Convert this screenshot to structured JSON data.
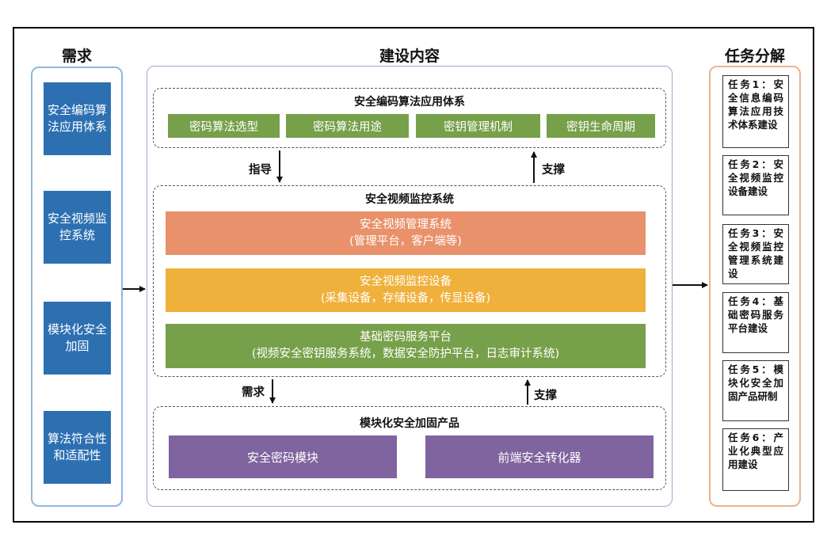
{
  "headings": {
    "needs": "需求",
    "content": "建设内容",
    "tasks": "任务分解"
  },
  "needs": [
    "安全编码算法应用体系",
    "安全视频监控系统",
    "模块化安全加固",
    "算法符合性和适配性"
  ],
  "encoding_system": {
    "title": "安全编码算法应用体系",
    "items": [
      "密码算法选型",
      "密码算法用途",
      "密钥管理机制",
      "密钥生命周期"
    ]
  },
  "video_system": {
    "title": "安全视频监控系统",
    "layers": [
      {
        "line1": "安全视频管理系统",
        "line2": "(管理平台，客户端等)",
        "color": "#e8916a"
      },
      {
        "line1": "安全视频监控设备",
        "line2": "(采集设备，存储设备，传显设备)",
        "color": "#efb13c"
      },
      {
        "line1": "基础密码服务平台",
        "line2": "(视频安全密钥服务系统，数据安全防护平台，日志审计系统)",
        "color": "#77a04a"
      }
    ]
  },
  "hardening": {
    "title": "模块化安全加固产品",
    "items": [
      "安全密码模块",
      "前端安全转化器"
    ]
  },
  "arrows": {
    "guide": "指导",
    "support_top": "支撑",
    "need": "需求",
    "support_bottom": "支撑"
  },
  "tasks": [
    "任务1：安全信息编码算法应用技术体系建设",
    "任务2：安全视频监控设备建设",
    "任务3：安全视频监控管理系统建设",
    "任务4：基础密码服务平台建设",
    "任务5：模块化安全加固产品研制",
    "任务6：产业化典型应用建设"
  ],
  "colors": {
    "need_box": "#2d70b2",
    "green": "#77a04a",
    "purple": "#7f649f",
    "orange": "#e8916a",
    "yellow": "#efb13c"
  }
}
